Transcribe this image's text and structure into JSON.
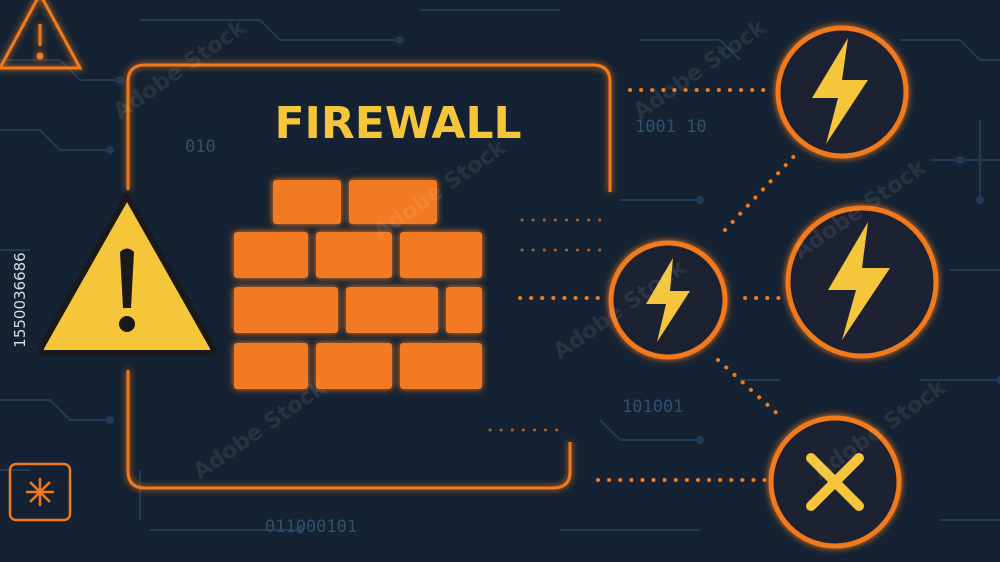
{
  "diagram": {
    "title": "FIREWALL",
    "binary_labels": [
      "1001 10",
      "010",
      "101001",
      "011000101"
    ],
    "stock_id": "1550036686",
    "watermark": "Adobe Stock",
    "threat_nodes": [
      {
        "icon": "lightning-bolt-icon"
      },
      {
        "icon": "lightning-bolt-icon"
      },
      {
        "icon": "lightning-bolt-icon"
      },
      {
        "icon": "x-mark-icon"
      }
    ],
    "colors": {
      "background": "#142233",
      "circuit": "#223a55",
      "accent_orange": "#f07a1c",
      "brick_orange": "#f27a22",
      "warning_yellow": "#f5c53a",
      "glow": "#ff8a3a"
    }
  }
}
